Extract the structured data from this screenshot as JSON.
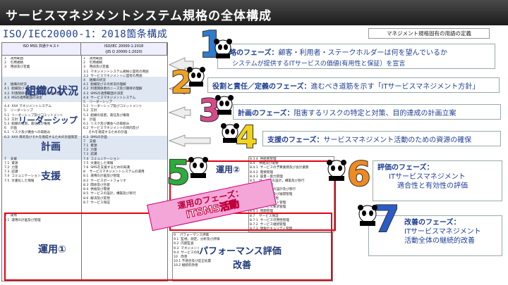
{
  "header": {
    "title": "サービスマネジメントシステム規格の全体構成"
  },
  "subtitle": "ISO/IEC20000-1：2018箇条構成",
  "note": "マネジメント規格固有の用語の定義",
  "table": {
    "col1_head": "ISO MSS 共通テキスト",
    "col2_head": "ISO/IEC 20000-1:2018\n(JIS Q 20000-1:2020)",
    "col1_text": "1    適用範囲\n2    引用規格\n3    用語及び定義\n\n\n\n4    組織の状況\n4.1  組織及びその状況の理解\n4.2  利害関係者のニーズ及び期待の理解\n4.3  MSの適用範囲の決定\n\n4.4  XXX マネジメントシステム\n5    リーダーシップ\n5.1  リーダーシップ及びコミットメント\n5.2  方針\n5.3  組織の役割，責任及び権限\n6    計画\n6.1  リスク及び機会への取組み\n6.2  XXX 目的及びそれを達成するための計画策定\n\n\n\n\n7    支援\n7.1  資源\n7.2  力量\n7.3  認識\n7.4  コミュニケーション\n7.5  文書化した情報\n\n\n\n\n\n\n\n8    運用\n8.1  運用の計画及び管理",
    "col2_text": "1    適用範囲\n2    引用規格\n3    用語及び定義\n3.1  マネジメントシステム規格に固有の用語\n3.2  サービスマネジメントに固有の用語\n4    組織の状況\n4.1  組織及びその状況の理解\n4.2  利害関係者のニーズ及び期待の理解\n4.3  SMSの適用範囲の決定\n4.4  サービスマネジメントシステム\n5    リーダーシップ\n5.1  リーダーシップ及びコミットメント\n5.2  方針\n5.3  組織の役割，責任及び権限\n6    計画\n6.1  リスク及び機会への取組み\n6.2  サービスマネジメントの目的及び\n     それを達成するための計画\n6.3  SMSの計画\n7    支援\n7.1  資源\n7.2  力量\n7.3  認識\n7.4  コミュニケーション\n7.5  文書化した情報\n7.6  SMSを支援するための知識\n8    サービスマネジメントシステムの運用\n8.1  運用の計画及び管理\n8.2  サービスポートフォリオ\n8.3  関係及び合意\n8.4  供給及び需要\n8.5  サービスの設計，構築及び移行\n8.6  解決及び実現\n8.7  サービス保証"
  },
  "labels": {
    "org": "組織の状況",
    "lead": "リーダーシップ",
    "plan": "計画",
    "support": "支援",
    "op1": "運用①",
    "op2": "運用②",
    "perf": "パフォーマンス評価",
    "improve": "改善"
  },
  "ops_text": "8.3.4  供給者管理\n8.4    供給及び需要\n8.4.1  サービスの予算業務及び会計業務\n8.4.2  需要管理\n8.4.3  容量・能力管理\n8.5    サービスの設計，構築及び移行\n8.5.1  変更管理\n8.5.2  サービスの設計及び移行\n8.5.3  リリース及び展開管理\n8.6    解決及び実現\n8.6.1  インシデント管理\n8.6.2  サービス要求管理\n8.6.3  問題管理\n8.7    サービス保証\n8.7.1  サービス可用性管理\n8.7.2  サービス継続管理\n8.7.3  情報セキュリティ管理",
  "perf_text": "9    パフォーマンス評価\n9.1  監視，測定，分析及び評価\n9.2  内部監査\n9.3  マネジメントレビュー\n9.4  サービスの報告\n10   改善\n10.1 不適合及び是正処置\n10.2 継続的改善",
  "banner": {
    "line1": "運用のフェーズ：",
    "line2": "ITSMS活動"
  },
  "phases": [
    {
      "num": "1",
      "title": "戦略のフェーズ：",
      "text": "顧客・利用者・ステークホルダーは何を望んでいるか",
      "sub": "システムが提供するITサービスの価値(有用性と保証）を宣言"
    },
    {
      "num": "2",
      "title": "役割と責任／定義のフェーズ：",
      "text": "進むべき道筋を示す「ITサービスマネジメント方針」"
    },
    {
      "num": "3",
      "title": "計画のフェーズ：",
      "text": "阻害するリスクの特定と対策、目的達成の計画立案"
    },
    {
      "num": "4",
      "title": "支援のフェーズ：",
      "text": "サービスマネジメント活動のための資源の確保"
    },
    {
      "num": "5"
    },
    {
      "num": "6",
      "title": "評価のフェーズ：",
      "line1": "ITサービスマネジメント",
      "line2": "適合性と有効性の評価"
    },
    {
      "num": "7",
      "title": "改善のフェーズ：",
      "line1": "ITサービスマネジメント",
      "line2": "活動全体の継続的改善"
    }
  ],
  "colors": {
    "num1": "#2e7bd1",
    "num2": "#f0a020",
    "num3": "#d64a8c",
    "num4": "#f2d21a",
    "num5": "#2faa3c",
    "num6": "#f08a20",
    "num7": "#2a5cc8",
    "frame": "#e60012"
  }
}
